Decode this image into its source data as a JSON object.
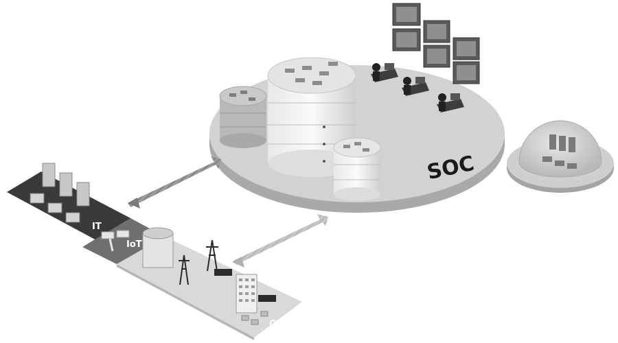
{
  "labels": {
    "soc": "SOC",
    "it": "IT",
    "iot": "IoT",
    "ot": "OT"
  },
  "colors": {
    "background": "#ffffff",
    "soc_platform": "#cfcfcf",
    "it_zone": "#4a4a4a",
    "iot_zone": "#7a7a7a",
    "ot_zone": "#dcdcdc",
    "arrow": "#8a8a8a"
  }
}
